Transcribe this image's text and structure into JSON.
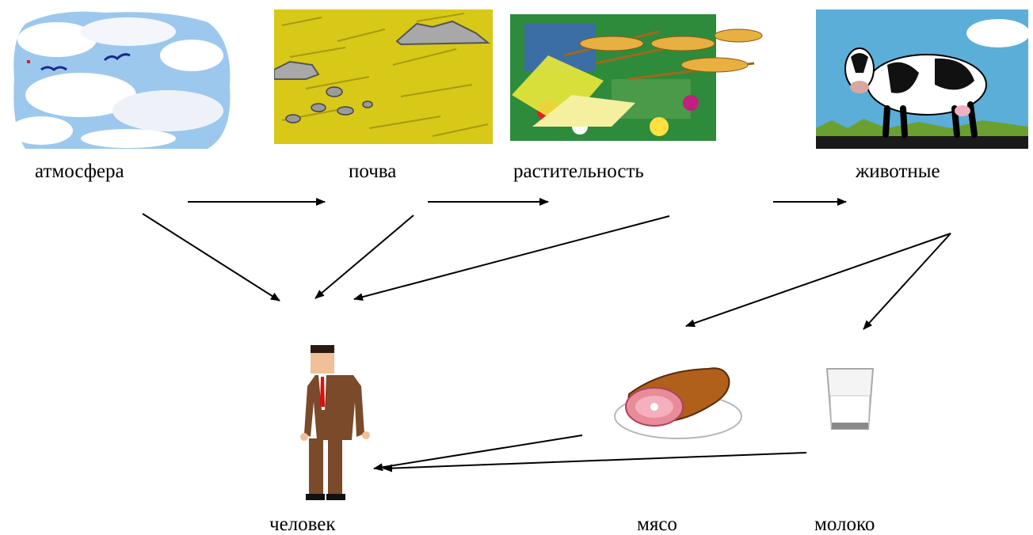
{
  "nodes": {
    "atmosphere": {
      "label": "атмосфера",
      "icon": "sky-clouds-icon"
    },
    "soil": {
      "label": "почва",
      "icon": "soil-field-icon"
    },
    "vegetation": {
      "label": "растительность",
      "icon": "wheat-icon"
    },
    "animals": {
      "label": "животные",
      "icon": "cow-icon"
    },
    "human": {
      "label": "человек",
      "icon": "man-icon"
    },
    "meat": {
      "label": "мясо",
      "icon": "ham-icon"
    },
    "milk": {
      "label": "молоко",
      "icon": "milk-glass-icon"
    }
  },
  "edges": [
    [
      "atmosphere",
      "soil"
    ],
    [
      "soil",
      "vegetation"
    ],
    [
      "vegetation",
      "animals"
    ],
    [
      "atmosphere",
      "human"
    ],
    [
      "soil",
      "human"
    ],
    [
      "vegetation",
      "human"
    ],
    [
      "animals",
      "meat"
    ],
    [
      "animals",
      "milk"
    ],
    [
      "meat",
      "human"
    ],
    [
      "milk",
      "human"
    ]
  ],
  "colors": {
    "sky": "#9cc8ee",
    "soil": "#d8c818",
    "grass": "#2e8b3c",
    "suit": "#7a4a2a",
    "tie": "#d81010",
    "meat": "#e88c9a"
  }
}
